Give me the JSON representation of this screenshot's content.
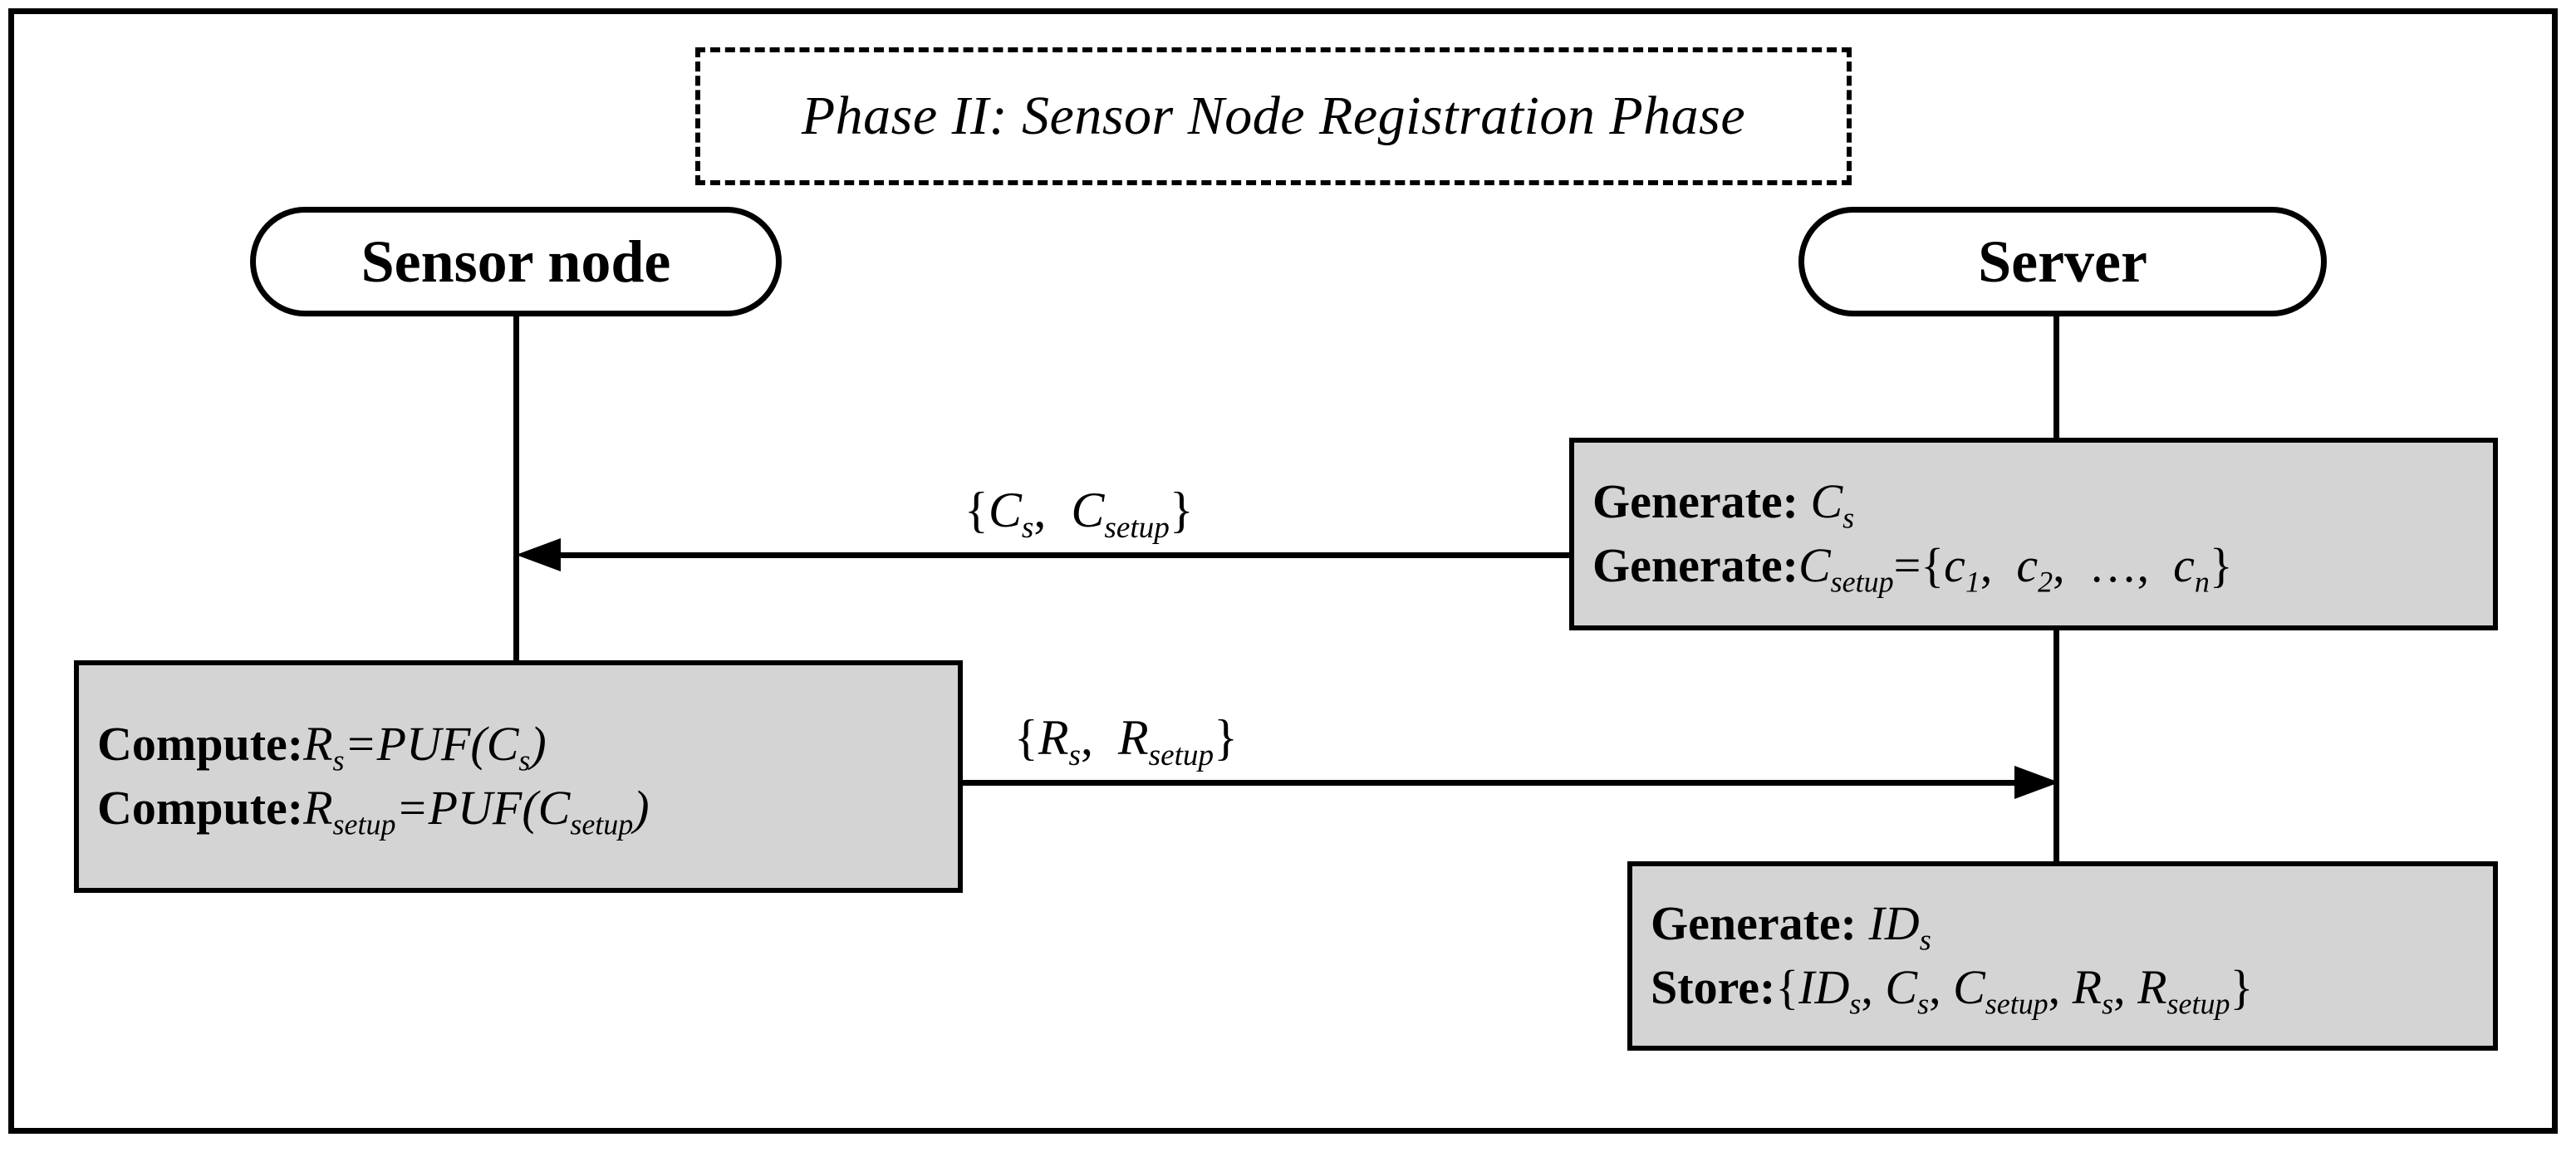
{
  "diagram": {
    "phase_title": "Phase II: Sensor Node Registration Phase",
    "actors": {
      "left": "Sensor node",
      "right": "Server"
    },
    "colors": {
      "action_box_fill": "#d4d4d4",
      "stroke": "#000000",
      "background": "#ffffff"
    },
    "messages": [
      {
        "id": "msg-1",
        "label": "{C_s, C_setup}",
        "direction": "server-to-sensor",
        "label_parts": {
          "open": "{",
          "var1": "C",
          "sub1": "s",
          "sep": ",",
          "var2": "C",
          "sub2": "setup",
          "close": "}"
        }
      },
      {
        "id": "msg-2",
        "label": "{R_s, R_setup}",
        "direction": "sensor-to-server",
        "label_parts": {
          "open": "{",
          "var1": "R",
          "sub1": "s",
          "sep": ",",
          "var2": "R",
          "sub2": "setup",
          "close": "}"
        }
      }
    ],
    "action_boxes": [
      {
        "id": "box-gen-c",
        "owner": "server",
        "lines": [
          {
            "keyword": "Generate: ",
            "expr": "C",
            "sub": "s",
            "tail": ""
          },
          {
            "keyword": "Generate:",
            "expr": "C",
            "sub": "setup",
            "tail": "={c1,  c2,  …,  cn}"
          }
        ]
      },
      {
        "id": "box-compute",
        "owner": "sensor node",
        "lines": [
          {
            "keyword": "Compute:",
            "expr": "R",
            "sub": "s",
            "tail": "=PUF(Cs)"
          },
          {
            "keyword": "Compute:",
            "expr": "R",
            "sub": "setup",
            "tail": "=PUF(Csetup)"
          }
        ]
      },
      {
        "id": "box-store",
        "owner": "server",
        "lines": [
          {
            "keyword": "Generate: ",
            "expr": "ID",
            "sub": "s",
            "tail": ""
          },
          {
            "keyword": "Store:",
            "expr": "",
            "sub": "",
            "tail": "{IDs, Cs, Csetup, Rs, Rsetup}"
          }
        ]
      }
    ],
    "text": {
      "generate_label": "Generate:",
      "generate_label_spaced": "Generate: ",
      "compute_label": "Compute:",
      "store_label": "Store:",
      "c_var": "C",
      "r_var": "R",
      "id_var": "ID",
      "c_lower": "c",
      "sub_s": "s",
      "sub_setup": "setup",
      "sub_1": "1",
      "sub_2": "2",
      "sub_n": "n",
      "equals": "=",
      "puf_open": "PUF(",
      "paren_close": ")",
      "brace_open": "{",
      "brace_close": "}",
      "comma": ",",
      "ellipsis": "…,"
    }
  }
}
